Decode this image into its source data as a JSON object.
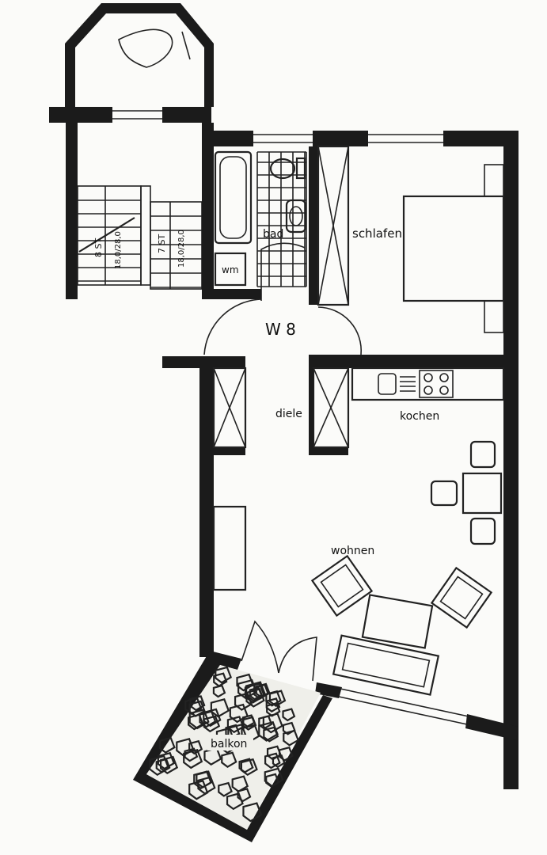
{
  "plan": {
    "unit_label": "W 8",
    "rooms": {
      "bad": "bad",
      "wm": "wm",
      "schlafen": "schlafen",
      "diele": "diele",
      "kochen": "kochen",
      "wohnen": "wohnen",
      "balkon": "balkon"
    },
    "stairs": {
      "upper_flight": "8 ST",
      "upper_dims": "18,0/28,0",
      "lower_flight": "7 ST",
      "lower_dims": "18,0/28,0"
    }
  },
  "colors": {
    "wall": "#1b1b1b",
    "paper": "#fbfbf9"
  }
}
